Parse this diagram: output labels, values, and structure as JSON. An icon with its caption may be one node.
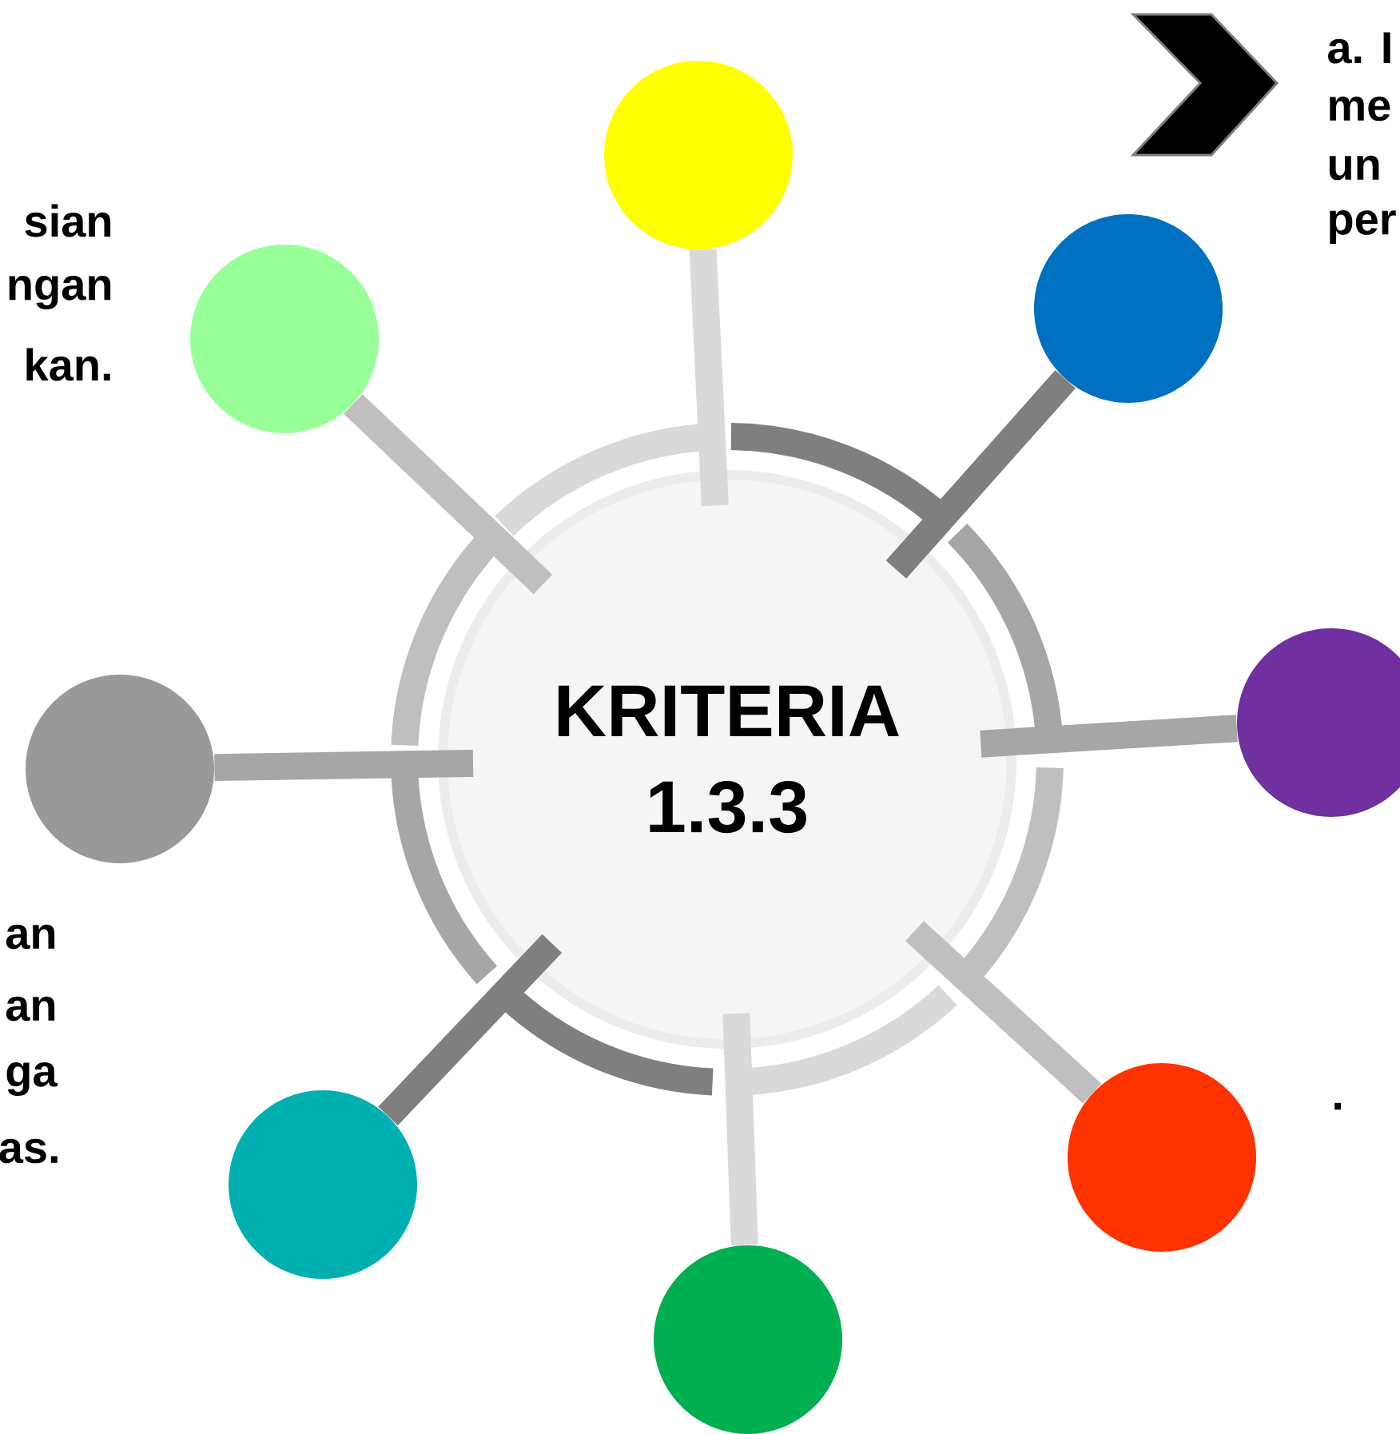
{
  "diagram": {
    "nodes": [
      {
        "text": [
          "KRITERIA 1.3.3"
        ]
      },
      {
        "text": [],
        "shape": "circle"
      },
      {
        "text": [],
        "shape": "circle"
      },
      {
        "text": [],
        "shape": "circle"
      },
      {
        "text": [],
        "shape": "circle"
      },
      {
        "text": [],
        "shape": "circle"
      },
      {
        "text": [],
        "shape": "circle"
      },
      {
        "text": [],
        "shape": "circle"
      },
      {
        "text": [],
        "shape": "circle"
      }
    ],
    "edges": [
      {
        "from": 0,
        "to": 1,
        "arrow": "none",
        "color": "#d9d9d9"
      },
      {
        "from": 0,
        "to": 2,
        "arrow": "none",
        "color": "#7f7f7f"
      },
      {
        "from": 0,
        "to": 3,
        "arrow": "none",
        "color": "#a6a6a6"
      },
      {
        "from": 0,
        "to": 4,
        "arrow": "none",
        "color": "#bfbfbf"
      },
      {
        "from": 0,
        "to": 5,
        "arrow": "none",
        "color": "#d9d9d9"
      },
      {
        "from": 0,
        "to": 6,
        "arrow": "none",
        "color": "#7f7f7f"
      },
      {
        "from": 0,
        "to": 7,
        "arrow": "none",
        "color": "#a6a6a6"
      },
      {
        "from": 0,
        "to": 8,
        "arrow": "none",
        "color": "#bfbfbf"
      }
    ],
    "labels": [
      "a. I",
      "me",
      "un",
      "per",
      "sian",
      "ngan",
      "kan.",
      "an",
      "an",
      "ga",
      "as.",
      "."
    ]
  }
}
